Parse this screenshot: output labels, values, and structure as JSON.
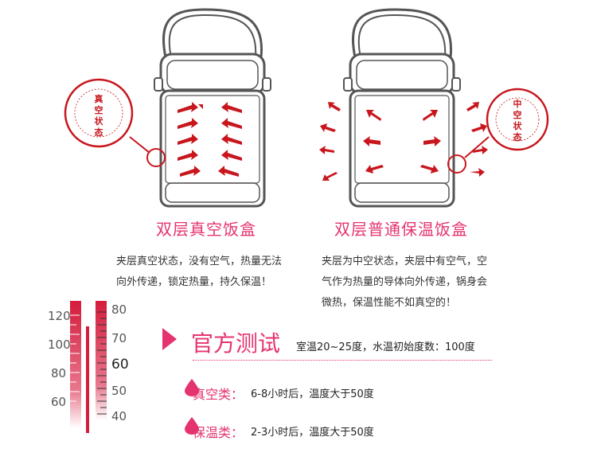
{
  "left_box": {
    "title": "双层真空饭盒",
    "badge": [
      "真",
      "空",
      "状",
      "态"
    ],
    "desc_lines": [
      "夹层真空状态，没有空气，热量无法",
      "向外传递，锁定热量，持久保温！"
    ]
  },
  "right_box": {
    "title": "双层普通保温饭盒",
    "badge": [
      "中",
      "空",
      "状",
      "态"
    ],
    "desc_lines": [
      "夹层为中空状态，夹层中有空气，空",
      "气作为热量的导体向外传递，锅身会",
      "微热，保温性能不如真空的！"
    ]
  },
  "test": {
    "title": "官方测试",
    "note": "室温20~25度，水温初始度数：100度",
    "items": [
      {
        "category": "真空类：",
        "result": "6-8小时后，温度大于50度"
      },
      {
        "category": "保温类：",
        "result": "2-3小时后，温度大于50度"
      }
    ]
  },
  "thermometer": {
    "left_scale": [
      "120",
      "100",
      "80",
      "60"
    ],
    "right_scale": [
      "80",
      "70",
      "60",
      "50",
      "40"
    ]
  },
  "colors": {
    "accent": "#e5336f",
    "arrow_red": "#c8161d",
    "outline": "#555555"
  }
}
